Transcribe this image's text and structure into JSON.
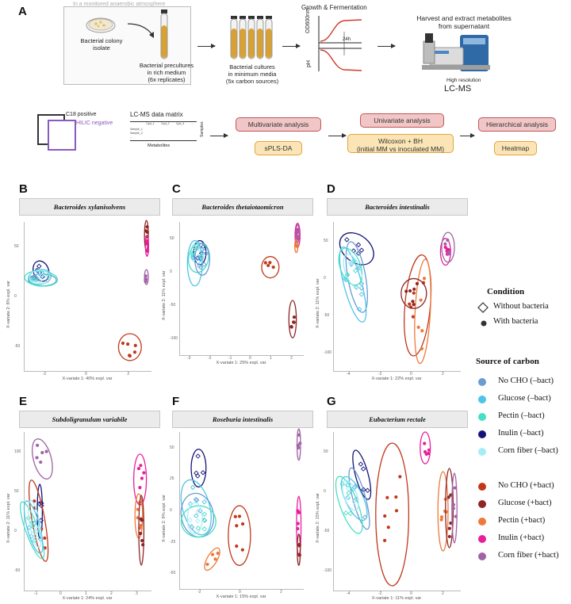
{
  "panel_a": {
    "letter": "A",
    "atmosphere_note": "In a monitored anaerobic atmosphere",
    "colony_label": "Bacterial colony\nisolate",
    "precultures_label": "Bacterial precultures\nin rich medium\n(6x replicates)",
    "cultures_label": "Bacterial cultures\nin minimum media\n(5x carbon sources)",
    "growth_title": "Growth & Fermentation",
    "od_label": "OD600nm",
    "ph_label": "pH",
    "time_label": "24h",
    "harvest_title": "Harvest and extract metabolites\nfrom supernatant",
    "hr_label": "High resolution",
    "lcms_label": "LC-MS",
    "c18_label": "C18 positive",
    "hilic_label": "HILIC negative",
    "matrix_title": "LC-MS data matrix",
    "matrix_cols": [
      "Cpd_1",
      "Cpd_2",
      "Cpd_3",
      "..."
    ],
    "matrix_rows": [
      "Sample_1",
      "Sample_2",
      "..."
    ],
    "matrix_side": "Samples",
    "matrix_bottom": "Metabolites",
    "multivariate": "Multivariate analysis",
    "splsda": "sPLS-DA",
    "univariate": "Univariate analysis",
    "wilcoxon": "Wilcoxon + BH\n(initial MM vs inoculated MM)",
    "hierarchical": "Hierarchical analysis",
    "heatmap": "Heatmap"
  },
  "legend": {
    "condition_title": "Condition",
    "without_bacteria": "Without bacteria",
    "with_bacteria": "With bacteria",
    "source_title": "Source of carbon",
    "items_minus": [
      {
        "label": "No CHO (–bact)",
        "color": "#6a9bd1"
      },
      {
        "label": "Glucose (–bact)",
        "color": "#4fc3e8"
      },
      {
        "label": "Pectin (–bact)",
        "color": "#46e0c4"
      },
      {
        "label": "Inulin (–bact)",
        "color": "#13137a"
      },
      {
        "label": "Corn fiber (–bact)",
        "color": "#a6ecf6"
      }
    ],
    "items_plus": [
      {
        "label": "No CHO (+bact)",
        "color": "#c0391b"
      },
      {
        "label": "Glucose (+bact)",
        "color": "#8f2525"
      },
      {
        "label": "Pectin (+bact)",
        "color": "#ee7a3a"
      },
      {
        "label": "Inulin (+bact)",
        "color": "#e91e9a"
      },
      {
        "label": "Corn fiber (+bact)",
        "color": "#a063a6"
      }
    ]
  },
  "chart_data": [
    {
      "letter": "B",
      "type": "scatter",
      "title": "Bacteroides xylanisolvens",
      "xlabel": "X-variate 1: 40% expl. var",
      "ylabel": "X-variate 2: 8% expl. var",
      "xticks": [
        "-2",
        "0",
        "2"
      ],
      "yticks": [
        "50",
        "0",
        "-50"
      ],
      "clusters": [
        {
          "c": 3,
          "x": 0.13,
          "y": 0.33,
          "rx": 0.06,
          "ry": 0.07,
          "a": -20,
          "pts": 4,
          "b": 0
        },
        {
          "c": 1,
          "x": 0.12,
          "y": 0.37,
          "rx": 0.09,
          "ry": 0.05,
          "a": -10,
          "pts": 4,
          "b": 0
        },
        {
          "c": 0,
          "x": 0.14,
          "y": 0.39,
          "rx": 0.11,
          "ry": 0.04,
          "a": 0,
          "pts": 4,
          "b": 0
        },
        {
          "c": 2,
          "x": 0.13,
          "y": 0.38,
          "rx": 0.13,
          "ry": 0.05,
          "a": 5,
          "pts": 4,
          "b": 0
        },
        {
          "c": 4,
          "x": 0.12,
          "y": 0.37,
          "rx": 0.08,
          "ry": 0.045,
          "a": 0,
          "pts": 4,
          "b": 0
        },
        {
          "c": 1,
          "x": 0.96,
          "y": 0.09,
          "rx": 0.015,
          "ry": 0.1,
          "a": 0,
          "pts": 5,
          "b": 1
        },
        {
          "c": 3,
          "x": 0.965,
          "y": 0.16,
          "rx": 0.012,
          "ry": 0.07,
          "a": 0,
          "pts": 4,
          "b": 1
        },
        {
          "c": 4,
          "x": 0.96,
          "y": 0.37,
          "rx": 0.015,
          "ry": 0.05,
          "a": 0,
          "pts": 4,
          "b": 1
        },
        {
          "c": 0,
          "x": 0.83,
          "y": 0.84,
          "rx": 0.09,
          "ry": 0.09,
          "a": 0,
          "pts": 6,
          "b": 1
        }
      ]
    },
    {
      "letter": "C",
      "type": "scatter",
      "title": "Bacteroides thetaiotaomicron",
      "xlabel": "X-variate 1: 25% expl. var",
      "ylabel": "X-variate 2: 11% expl. var",
      "xticks": [
        "-3",
        "-2",
        "-1",
        "0",
        "1",
        "2"
      ],
      "yticks": [
        "50",
        "0",
        "-50",
        "-100"
      ],
      "clusters": [
        {
          "c": 3,
          "x": 0.16,
          "y": 0.23,
          "rx": 0.05,
          "ry": 0.09,
          "a": 0,
          "pts": 4,
          "b": 0
        },
        {
          "c": 4,
          "x": 0.14,
          "y": 0.23,
          "rx": 0.05,
          "ry": 0.08,
          "a": 0,
          "pts": 4,
          "b": 0
        },
        {
          "c": 2,
          "x": 0.15,
          "y": 0.27,
          "rx": 0.08,
          "ry": 0.11,
          "a": 10,
          "pts": 4,
          "b": 0
        },
        {
          "c": 1,
          "x": 0.12,
          "y": 0.31,
          "rx": 0.06,
          "ry": 0.17,
          "a": 0,
          "pts": 5,
          "b": 0
        },
        {
          "c": 0,
          "x": 0.18,
          "y": 0.28,
          "rx": 0.06,
          "ry": 0.12,
          "a": 0,
          "pts": 4,
          "b": 0
        },
        {
          "c": 0,
          "x": 0.73,
          "y": 0.34,
          "rx": 0.07,
          "ry": 0.08,
          "a": 0,
          "pts": 4,
          "b": 1
        },
        {
          "c": 3,
          "x": 0.95,
          "y": 0.1,
          "rx": 0.02,
          "ry": 0.09,
          "a": 0,
          "pts": 5,
          "b": 1
        },
        {
          "c": 4,
          "x": 0.95,
          "y": 0.09,
          "rx": 0.012,
          "ry": 0.07,
          "a": 0,
          "pts": 4,
          "b": 1
        },
        {
          "c": 2,
          "x": 0.94,
          "y": 0.18,
          "rx": 0.012,
          "ry": 0.05,
          "a": 0,
          "pts": 4,
          "b": 1
        },
        {
          "c": 1,
          "x": 0.91,
          "y": 0.73,
          "rx": 0.03,
          "ry": 0.14,
          "a": 0,
          "pts": 5,
          "b": 1
        }
      ]
    },
    {
      "letter": "D",
      "type": "scatter",
      "title": "Bacteroides intestinalis",
      "xlabel": "X-variate 1: 22% expl. var",
      "ylabel": "X-variate 2: 11% expl. var",
      "xticks": [
        "-4",
        "-2",
        "0",
        "2"
      ],
      "yticks": [
        "50",
        "0",
        "-50",
        "-100"
      ],
      "clusters": [
        {
          "c": 3,
          "x": 0.18,
          "y": 0.18,
          "rx": 0.15,
          "ry": 0.09,
          "a": 40,
          "pts": 5,
          "b": 0
        },
        {
          "c": 0,
          "x": 0.18,
          "y": 0.37,
          "rx": 0.07,
          "ry": 0.24,
          "a": -10,
          "pts": 5,
          "b": 0
        },
        {
          "c": 1,
          "x": 0.15,
          "y": 0.42,
          "rx": 0.07,
          "ry": 0.26,
          "a": -15,
          "pts": 5,
          "b": 0
        },
        {
          "c": 2,
          "x": 0.13,
          "y": 0.3,
          "rx": 0.08,
          "ry": 0.13,
          "a": -20,
          "pts": 4,
          "b": 0
        },
        {
          "c": 4,
          "x": 0.15,
          "y": 0.33,
          "rx": 0.06,
          "ry": 0.12,
          "a": -20,
          "pts": 4,
          "b": 0
        },
        {
          "c": 0,
          "x": 0.66,
          "y": 0.56,
          "rx": 0.1,
          "ry": 0.34,
          "a": 5,
          "pts": 5,
          "b": 1
        },
        {
          "c": 2,
          "x": 0.7,
          "y": 0.6,
          "rx": 0.06,
          "ry": 0.35,
          "a": 3,
          "pts": 5,
          "b": 1
        },
        {
          "c": 1,
          "x": 0.63,
          "y": 0.48,
          "rx": 0.1,
          "ry": 0.1,
          "a": 0,
          "pts": 6,
          "b": 1
        },
        {
          "c": 3,
          "x": 0.88,
          "y": 0.2,
          "rx": 0.04,
          "ry": 0.09,
          "a": 0,
          "pts": 5,
          "b": 1
        },
        {
          "c": 4,
          "x": 0.9,
          "y": 0.17,
          "rx": 0.05,
          "ry": 0.1,
          "a": 0,
          "pts": 4,
          "b": 1
        }
      ]
    },
    {
      "letter": "E",
      "type": "scatter",
      "title": "Subdoligranulum variabile",
      "xlabel": "X-variate 1: 24% expl. var",
      "ylabel": "X-variate 2: 11% expl. var",
      "xticks": [
        "-1",
        "0",
        "1",
        "2",
        "3"
      ],
      "yticks": [
        "100",
        "50",
        "0",
        "-50"
      ],
      "clusters": [
        {
          "c": 4,
          "x": 0.14,
          "y": 0.17,
          "rx": 0.07,
          "ry": 0.13,
          "a": -15,
          "pts": 5,
          "b": 1
        },
        {
          "c": 3,
          "x": 0.12,
          "y": 0.5,
          "rx": 0.02,
          "ry": 0.17,
          "a": 0,
          "pts": 4,
          "b": 0
        },
        {
          "c": 0,
          "x": 0.11,
          "y": 0.56,
          "rx": 0.05,
          "ry": 0.26,
          "a": -10,
          "pts": 5,
          "b": 1
        },
        {
          "c": 2,
          "x": 0.06,
          "y": 0.62,
          "rx": 0.05,
          "ry": 0.19,
          "a": -20,
          "pts": 4,
          "b": 0
        },
        {
          "c": 1,
          "x": 0.07,
          "y": 0.6,
          "rx": 0.05,
          "ry": 0.17,
          "a": -15,
          "pts": 4,
          "b": 0
        },
        {
          "c": 4,
          "x": 0.08,
          "y": 0.58,
          "rx": 0.04,
          "ry": 0.15,
          "a": -10,
          "pts": 4,
          "b": 0
        },
        {
          "c": 3,
          "x": 0.91,
          "y": 0.3,
          "rx": 0.05,
          "ry": 0.16,
          "a": 0,
          "pts": 5,
          "b": 1
        },
        {
          "c": 2,
          "x": 0.9,
          "y": 0.53,
          "rx": 0.03,
          "ry": 0.14,
          "a": 0,
          "pts": 5,
          "b": 1
        },
        {
          "c": 1,
          "x": 0.92,
          "y": 0.62,
          "rx": 0.02,
          "ry": 0.22,
          "a": 0,
          "pts": 5,
          "b": 1
        }
      ]
    },
    {
      "letter": "F",
      "type": "scatter",
      "title": "Roseburia intestinalis",
      "xlabel": "X-variate 1: 15% expl. var",
      "ylabel": "X-variate 2: 9% expl. var",
      "xticks": [
        "-2",
        "0",
        "2"
      ],
      "yticks": [
        "50",
        "25",
        "0",
        "-25",
        "-50"
      ],
      "clusters": [
        {
          "c": 3,
          "x": 0.15,
          "y": 0.23,
          "rx": 0.06,
          "ry": 0.12,
          "a": 0,
          "pts": 4,
          "b": 0
        },
        {
          "c": 1,
          "x": 0.13,
          "y": 0.48,
          "rx": 0.11,
          "ry": 0.18,
          "a": -15,
          "pts": 5,
          "b": 0
        },
        {
          "c": 0,
          "x": 0.14,
          "y": 0.53,
          "rx": 0.13,
          "ry": 0.14,
          "a": -10,
          "pts": 4,
          "b": 0
        },
        {
          "c": 2,
          "x": 0.15,
          "y": 0.57,
          "rx": 0.14,
          "ry": 0.1,
          "a": 0,
          "pts": 4,
          "b": 0
        },
        {
          "c": 4,
          "x": 0.12,
          "y": 0.55,
          "rx": 0.06,
          "ry": 0.1,
          "a": 0,
          "pts": 4,
          "b": 0
        },
        {
          "c": 0,
          "x": 0.48,
          "y": 0.66,
          "rx": 0.09,
          "ry": 0.19,
          "a": 0,
          "pts": 6,
          "b": 1
        },
        {
          "c": 2,
          "x": 0.26,
          "y": 0.81,
          "rx": 0.04,
          "ry": 0.08,
          "a": 30,
          "pts": 4,
          "b": 1
        },
        {
          "c": 4,
          "x": 0.96,
          "y": 0.08,
          "rx": 0.014,
          "ry": 0.1,
          "a": 0,
          "pts": 4,
          "b": 1
        },
        {
          "c": 3,
          "x": 0.96,
          "y": 0.6,
          "rx": 0.018,
          "ry": 0.19,
          "a": 0,
          "pts": 5,
          "b": 1
        },
        {
          "c": 1,
          "x": 0.96,
          "y": 0.75,
          "rx": 0.012,
          "ry": 0.1,
          "a": 0,
          "pts": 4,
          "b": 1
        }
      ]
    },
    {
      "letter": "G",
      "type": "scatter",
      "title": "Eubacterium rectale",
      "xlabel": "X-variate 1: 11% expl. var",
      "ylabel": "X-variate 2: 15% expl. var",
      "xticks": [
        "-4",
        "-2",
        "0",
        "2"
      ],
      "yticks": [
        "50",
        "0",
        "-50",
        "-100"
      ],
      "clusters": [
        {
          "c": 3,
          "x": 0.22,
          "y": 0.27,
          "rx": 0.05,
          "ry": 0.16,
          "a": -15,
          "pts": 4,
          "b": 0
        },
        {
          "c": 0,
          "x": 0.2,
          "y": 0.42,
          "rx": 0.05,
          "ry": 0.2,
          "a": -15,
          "pts": 4,
          "b": 0
        },
        {
          "c": 1,
          "x": 0.16,
          "y": 0.42,
          "rx": 0.07,
          "ry": 0.15,
          "a": -25,
          "pts": 4,
          "b": 0
        },
        {
          "c": 2,
          "x": 0.12,
          "y": 0.46,
          "rx": 0.07,
          "ry": 0.19,
          "a": -20,
          "pts": 4,
          "b": 0
        },
        {
          "c": 4,
          "x": 0.13,
          "y": 0.4,
          "rx": 0.05,
          "ry": 0.1,
          "a": -20,
          "pts": 4,
          "b": 0
        },
        {
          "c": 0,
          "x": 0.46,
          "y": 0.52,
          "rx": 0.13,
          "ry": 0.45,
          "a": 0,
          "pts": 7,
          "b": 1
        },
        {
          "c": 3,
          "x": 0.72,
          "y": 0.1,
          "rx": 0.04,
          "ry": 0.1,
          "a": 0,
          "pts": 5,
          "b": 1
        },
        {
          "c": 2,
          "x": 0.86,
          "y": 0.5,
          "rx": 0.04,
          "ry": 0.25,
          "a": 0,
          "pts": 5,
          "b": 1
        },
        {
          "c": 1,
          "x": 0.91,
          "y": 0.48,
          "rx": 0.03,
          "ry": 0.25,
          "a": 0,
          "pts": 5,
          "b": 1
        },
        {
          "c": 4,
          "x": 0.95,
          "y": 0.48,
          "rx": 0.02,
          "ry": 0.22,
          "a": 0,
          "pts": 4,
          "b": 1
        }
      ]
    }
  ]
}
